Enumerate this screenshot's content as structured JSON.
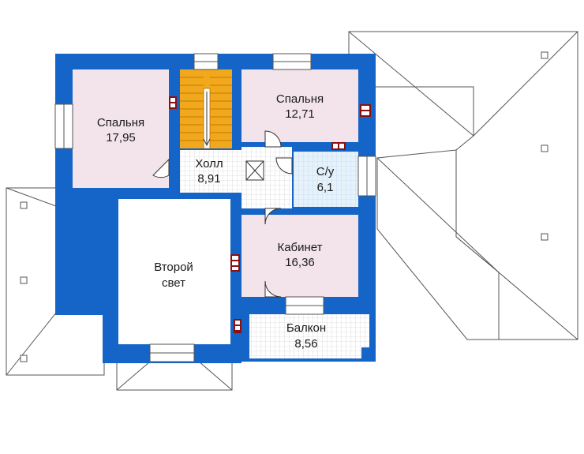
{
  "colors": {
    "wall": "#1565c8",
    "room": "#f2e4ea",
    "hall": "#f4f4f4",
    "bath": "#dfeef8",
    "stair": "#f2a81c",
    "roof_line": "#555555",
    "outline": "#333333"
  },
  "rooms": [
    {
      "id": "bedroom-1",
      "name": "Спальня",
      "area": "17,95"
    },
    {
      "id": "bedroom-2",
      "name": "Спальня",
      "area": "12,71"
    },
    {
      "id": "hall",
      "name": "Холл",
      "area": "8,91"
    },
    {
      "id": "bathroom",
      "name": "С/у",
      "area": "6,1"
    },
    {
      "id": "study",
      "name": "Кабинет",
      "area": "16,36"
    },
    {
      "id": "second-light",
      "name": "Второй",
      "area": "свет"
    },
    {
      "id": "balcony",
      "name": "Балкон",
      "area": "8,56"
    }
  ],
  "icons": {
    "chimney": "chimney-icon",
    "skylight": "skylight-icon",
    "door": "door-swing-icon",
    "window": "window-icon"
  }
}
